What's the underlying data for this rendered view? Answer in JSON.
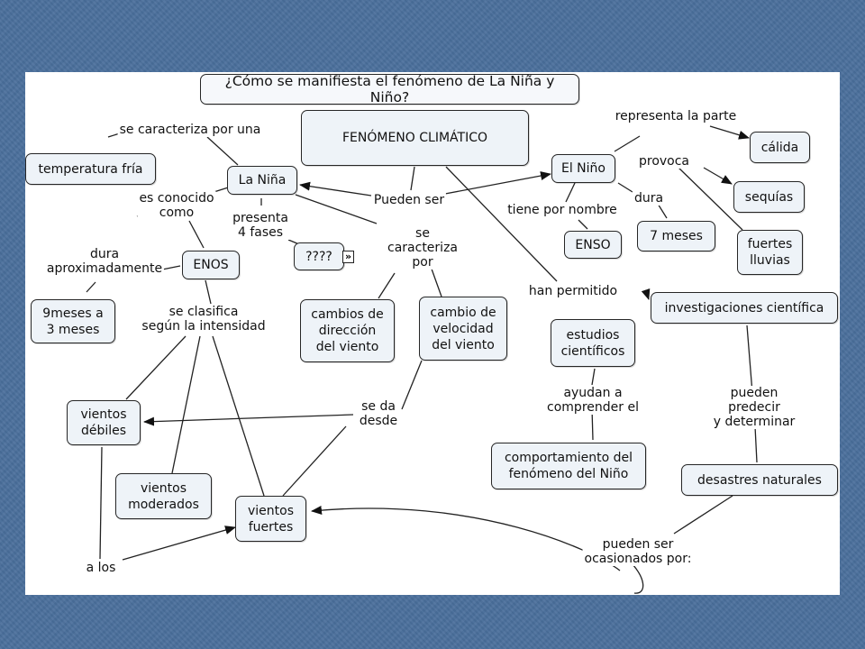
{
  "question": "¿Cómo se manifiesta el fenómeno de La Niña y Niño?",
  "main_concept": "FENÓMENO CLIMÁTICO",
  "nodes": {
    "la_nina": "La Niña",
    "el_nino": "El Niño",
    "temperatura_fria": "temperatura fría",
    "enos": "ENOS",
    "nueve_meses": "9meses a\n3 meses",
    "fases": "????",
    "cambios_direccion": "cambios de\ndirección\ndel viento",
    "cambio_velocidad": "cambio de\nvelocidad\ndel viento",
    "vientos_debiles": "vientos\ndébiles",
    "vientos_moderados": "vientos\nmoderados",
    "vientos_fuertes": "vientos\nfuertes",
    "calida": "cálida",
    "sequias": "sequías",
    "fuertes_lluvias": "fuertes\nlluvias",
    "enso": "ENSO",
    "siete_meses": "7 meses",
    "investigaciones": "investigaciones científica",
    "estudios": "estudios\ncientíficos",
    "comportamiento": "comportamiento del\nfenómeno del Niño",
    "desastres": "desastres naturales"
  },
  "links": {
    "caracteriza_una": "se caracteriza por una",
    "conocido_como": "es conocido\ncomo",
    "presenta_fases": "presenta\n4 fases",
    "pueden_ser": "Pueden ser",
    "caracteriza_por": "se\ncaracteriza\npor",
    "dura_aprox": "dura\naproximadamente",
    "se_clasifica": "se clasifica\nsegún la intensidad",
    "se_da_desde": "se da\ndesde",
    "a_los": "a los",
    "representa": "representa la parte",
    "provoca": "provoca",
    "tiene_nombre": "tiene por nombre",
    "dura": "dura",
    "han_permitido": "han permitido",
    "ayudan": "ayudan a\ncomprender el",
    "predecir": "pueden predecir\ny determinar",
    "ocasionados": "pueden ser\nocasionados por:"
  },
  "expander_icon": "double-chevron-right-icon"
}
